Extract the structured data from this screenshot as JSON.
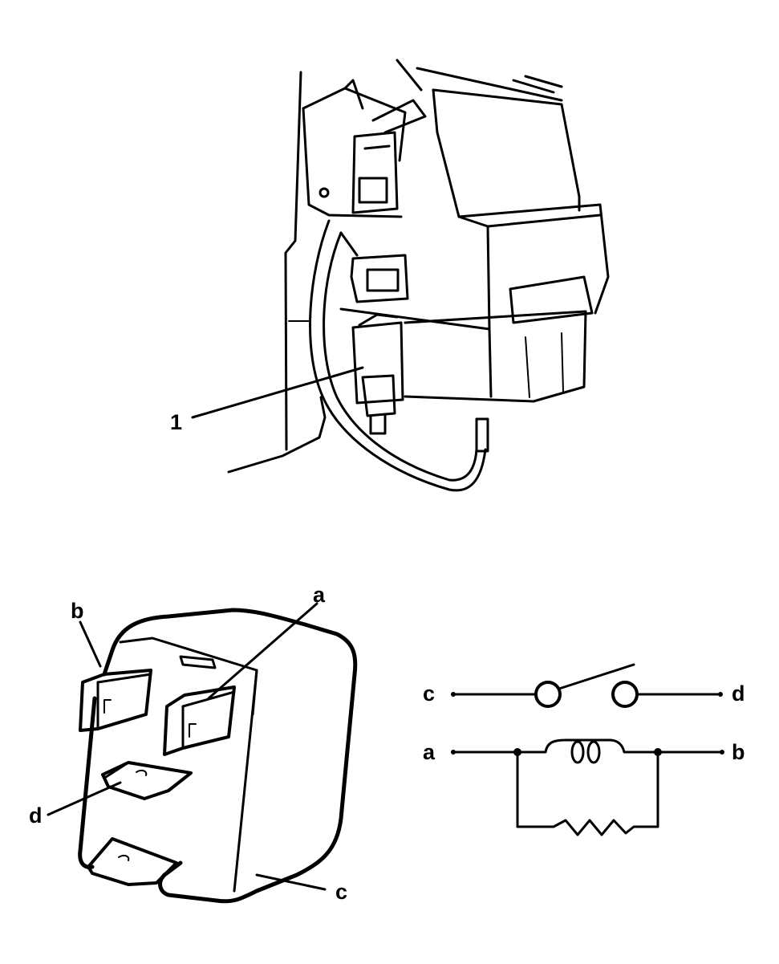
{
  "callouts": {
    "relay_location": "1",
    "relay_pin_b": "b",
    "relay_pin_a": "a",
    "relay_pin_d": "d",
    "relay_pin_c": "c"
  },
  "schematic": {
    "terminal_c": "c",
    "terminal_d": "d",
    "terminal_a": "a",
    "terminal_b": "b"
  },
  "colors": {
    "ink": "#000000",
    "paper": "#ffffff"
  }
}
